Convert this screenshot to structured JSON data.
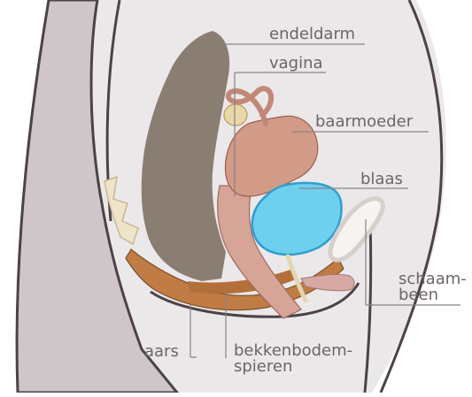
{
  "labels": {
    "endeldarm": "endeldarm",
    "vagina": "vagina",
    "baarmoeder": "baarmoeder",
    "blaas": "blaas",
    "schaambeen_line1": "schaam-",
    "schaambeen_line2": "been",
    "aars": "aars",
    "bekkenbodem_line1": "bekkenbodem-",
    "bekkenbodem_line2": "spieren"
  },
  "colors": {
    "body_fill": "#ebe8ea",
    "body_outline": "#4d4245",
    "leg_fill": "#cec6c9",
    "rectum": "#8a7d72",
    "uterus": "#d29b88",
    "bladder": "#6dd0ef",
    "muscle": "#c07c44",
    "bone": "#d6d0cb",
    "leader_line": "#8b8285",
    "label_text": "#6e6468"
  }
}
